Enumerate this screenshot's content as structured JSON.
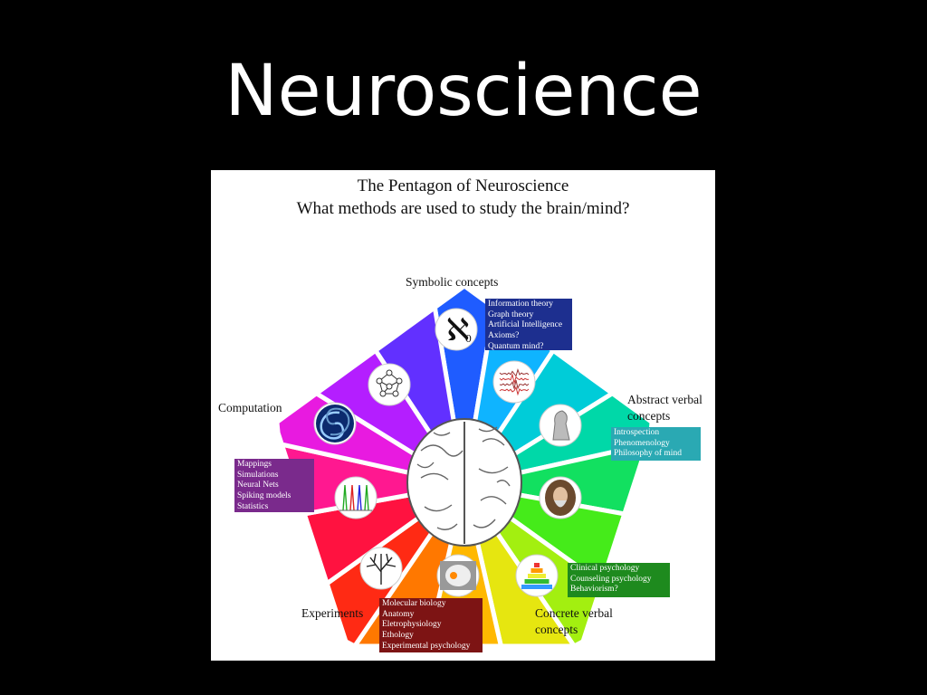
{
  "slide_title": "Neuroscience",
  "figure": {
    "title": "The Pentagon of Neuroscience",
    "subtitle": "What methods are used to study the brain/mind?",
    "vertices": {
      "top": "Symbolic concepts",
      "right_top_1": "Abstract verbal",
      "right_top_2": "concepts",
      "left_top": "Computation",
      "left_bottom": "Experiments",
      "right_bottom_1": "Concrete verbal",
      "right_bottom_2": "concepts"
    },
    "boxes": {
      "symbolic": {
        "color": "#1d2f8f",
        "items": [
          "Information theory",
          "Graph theory",
          "Artificial Intelligence",
          "Axioms?",
          "Quantum mind?"
        ]
      },
      "abstract": {
        "color": "#2aa9b3",
        "items": [
          "Introspection",
          "Phenomenology",
          "Philosophy of mind"
        ]
      },
      "computation": {
        "color": "#7a2a8c",
        "items": [
          "Mappings",
          "Simulations",
          "Neural Nets",
          "Spiking models",
          "Statistics"
        ]
      },
      "concrete": {
        "color": "#1e8a1e",
        "items": [
          "Clinical psychology",
          "Counseling psychology",
          "Behaviorism?"
        ]
      },
      "experiments": {
        "color": "#7d1414",
        "items": [
          "Molecular biology",
          "Anatomy",
          "Eletrophysiology",
          "Ethology",
          "Experimental psychology"
        ]
      }
    },
    "aleph_symbol": "ℵ",
    "aleph_subscript": "0",
    "icons": [
      "aleph-icon",
      "waveform-icon",
      "thinker-statue-icon",
      "portrait-icon",
      "pyramid-icon",
      "brain-scan-icon",
      "neuron-tree-icon",
      "spike-chart-icon",
      "spiral-galaxy-icon",
      "graph-network-icon",
      "brain-icon"
    ],
    "wedge_colors": [
      "#1f5cff",
      "#0fb4ff",
      "#00ccd8",
      "#00d8a8",
      "#12e060",
      "#45eb1a",
      "#a3ef10",
      "#e6e610",
      "#ffb800",
      "#ff7800",
      "#ff2a14",
      "#ff1240",
      "#ff1890",
      "#e81ae0",
      "#b41eff",
      "#6230ff"
    ]
  }
}
